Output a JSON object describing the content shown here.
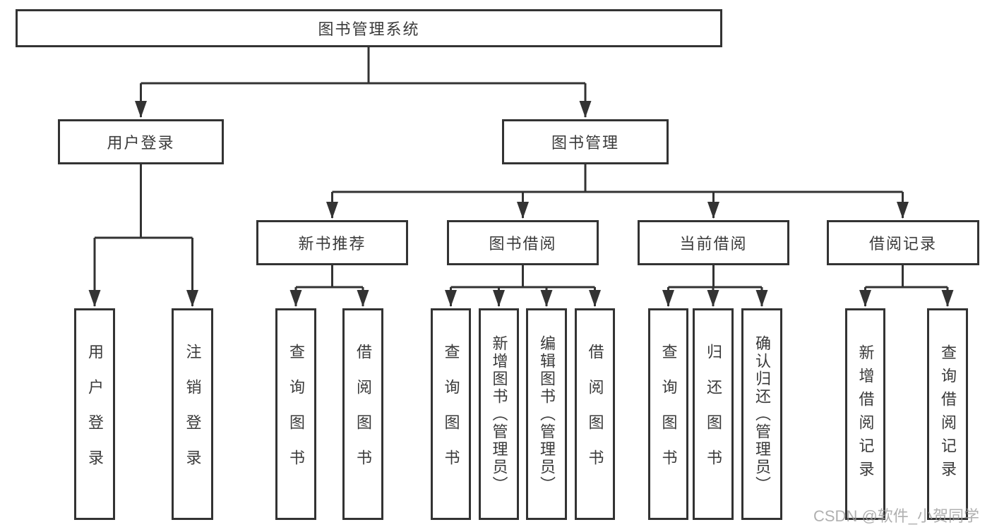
{
  "diagram": {
    "nodes": {
      "root": {
        "label": "图书管理系统"
      },
      "user_login": {
        "label": "用户登录"
      },
      "book_mgmt": {
        "label": "图书管理"
      },
      "new_book_rec": {
        "label": "新书推荐"
      },
      "book_borrow": {
        "label": "图书借阅"
      },
      "current_borrow": {
        "label": "当前借阅"
      },
      "borrow_records": {
        "label": "借阅记录"
      },
      "ul_login": {
        "label": "用户登录"
      },
      "ul_logout": {
        "label": "注销登录"
      },
      "nb_query": {
        "label": "查询图书"
      },
      "nb_borrow": {
        "label": "借阅图书"
      },
      "bb_query": {
        "label": "查询图书"
      },
      "bb_add": {
        "label": "新增图书（管理员）"
      },
      "bb_edit": {
        "label": "编辑图书（管理员）"
      },
      "bb_borrow": {
        "label": "借阅图书"
      },
      "cb_query": {
        "label": "查询图书"
      },
      "cb_return": {
        "label": "归还图书"
      },
      "cb_confirm": {
        "label": "确认归还（管理员）"
      },
      "br_add": {
        "label": "新增借阅记录"
      },
      "br_query": {
        "label": "查询借阅记录"
      }
    },
    "watermark": "CSDN @软件_小贺同学",
    "colors": {
      "line": "#333333",
      "text": "#3a3a3a",
      "background": "#ffffff",
      "watermark": "#9d9d9d"
    }
  }
}
